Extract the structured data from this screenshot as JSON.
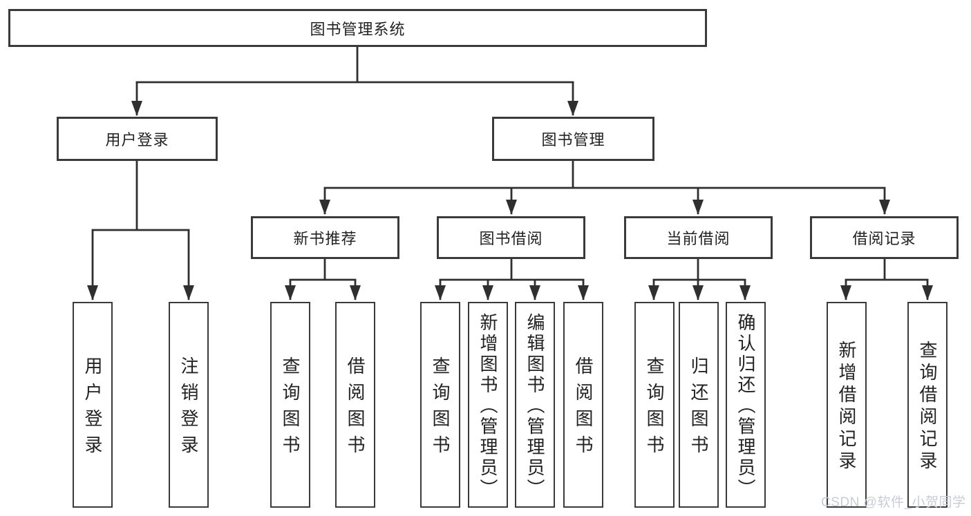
{
  "diagram": {
    "title": "图书管理系统",
    "nodes": {
      "root": {
        "label": "图书管理系统"
      },
      "level2": [
        {
          "label": "用户登录"
        },
        {
          "label": "图书管理"
        }
      ],
      "level3": [
        {
          "label": "新书推荐",
          "parent": "图书管理"
        },
        {
          "label": "图书借阅",
          "parent": "图书管理"
        },
        {
          "label": "当前借阅",
          "parent": "图书管理"
        },
        {
          "label": "借阅记录",
          "parent": "图书管理"
        }
      ],
      "leaves": [
        {
          "label": "用户登录",
          "parent": "用户登录"
        },
        {
          "label": "注销登录",
          "parent": "用户登录"
        },
        {
          "label": "查询图书",
          "parent": "新书推荐"
        },
        {
          "label": "借阅图书",
          "parent": "新书推荐"
        },
        {
          "label": "查询图书",
          "parent": "图书借阅"
        },
        {
          "label": "新增图书（管理员）",
          "parent": "图书借阅"
        },
        {
          "label": "编辑图书（管理员）",
          "parent": "图书借阅"
        },
        {
          "label": "借阅图书",
          "parent": "图书借阅"
        },
        {
          "label": "查询图书",
          "parent": "当前借阅"
        },
        {
          "label": "归还图书",
          "parent": "当前借阅"
        },
        {
          "label": "确认归还（管理员）",
          "parent": "当前借阅"
        },
        {
          "label": "新增借阅记录",
          "parent": "借阅记录"
        },
        {
          "label": "查询借阅记录",
          "parent": "借阅记录"
        }
      ]
    },
    "colors": {
      "line": "#2f2f2f",
      "box_border": "#3a3a3a",
      "text": "#222222",
      "background": "#ffffff",
      "watermark_text": "#c7ccd6"
    }
  },
  "watermark": {
    "text": "CSDN @软件_小贺同学"
  }
}
